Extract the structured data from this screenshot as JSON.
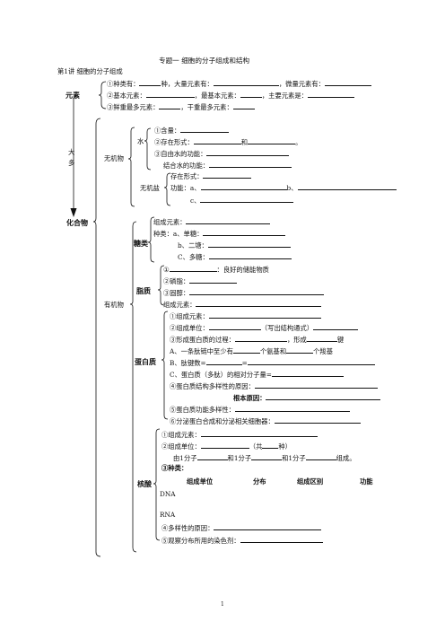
{
  "title": "专题一  细胞的分子组成和结构",
  "lesson": "第1讲  细胞的分子组成",
  "yuansu": {
    "label": "元素",
    "l1_a": "①种类有：",
    "l1_b": "种，大量元素有：",
    "l1_c": "，微量元素有：",
    "l2_a": "②基本元素：",
    "l2_b": "，最基本元素：",
    "l2_c": "，主要元素是：",
    "l3_a": "③鲜重最多元素：",
    "l3_b": "，干重最多元素："
  },
  "side_da": "大",
  "side_duo": "多",
  "huahewu": "化合物",
  "wujiwu": {
    "label": "无机物",
    "shui": "水",
    "s1": "①含量：",
    "s2_a": "②存在形式：",
    "s2_b": "和",
    "s3": "③自由水的功能：",
    "s4": "结合水的功能：",
    "yan": "无机盐",
    "y1": "存在形式：",
    "y2_a": "功能：a、",
    "y2_b": "b、",
    "y3": "c、"
  },
  "youjiwu": {
    "label": "有机物",
    "tanglei": {
      "label": "糖类",
      "l1": "组成元素：",
      "l2": "种类：a、单糖：",
      "l3": "b、二塘：",
      "l4": "C、多糖："
    },
    "zhizhi": {
      "label": "脂质",
      "l1_b": "：良好的储能物质",
      "l2": "②磷脂：",
      "l3": "③固醇：",
      "l4": "组成元素："
    },
    "danbaizhi": {
      "label": "蛋白质",
      "l1": "①组成元素：",
      "l2_a": "②组成单位：",
      "l2_b": "（写出结构通式）",
      "l3_a": "③形成蛋白质的过程：",
      "l3_b": "，形成",
      "l3_c": "键",
      "l4_a": "A、一条肽链中至少有",
      "l4_b": "个氨基和",
      "l4_c": "个羧基",
      "l5_a": "B、肽键数=",
      "l5_b": "=",
      "l6": "C、蛋白质（多肽）的相对分子量=",
      "l7": "④蛋白质结构多样性的原因：",
      "l8": "根本原因：",
      "l9": "⑤蛋白质功能多样性：",
      "l10": "⑥分泌蛋白合成和分泌相关细胞器："
    },
    "hesuan": {
      "label": "核酸",
      "l1": "①组成元素：",
      "l2_a": "②组成单位：",
      "l2_b": "（共",
      "l2_c": "种）",
      "l3_a": "由1分子",
      "l3_b": "和1分子",
      "l3_c": "和1分子",
      "l3_d": "组成。",
      "l4": "③种类：",
      "table_headers": [
        "组成单位",
        "分布",
        "组成区别",
        "功能"
      ],
      "row1": "DNA",
      "row2": "RNA",
      "l5": "④多样性的原因：",
      "l6": "⑤观察分布所用的染色剂："
    }
  },
  "page_number": "1"
}
